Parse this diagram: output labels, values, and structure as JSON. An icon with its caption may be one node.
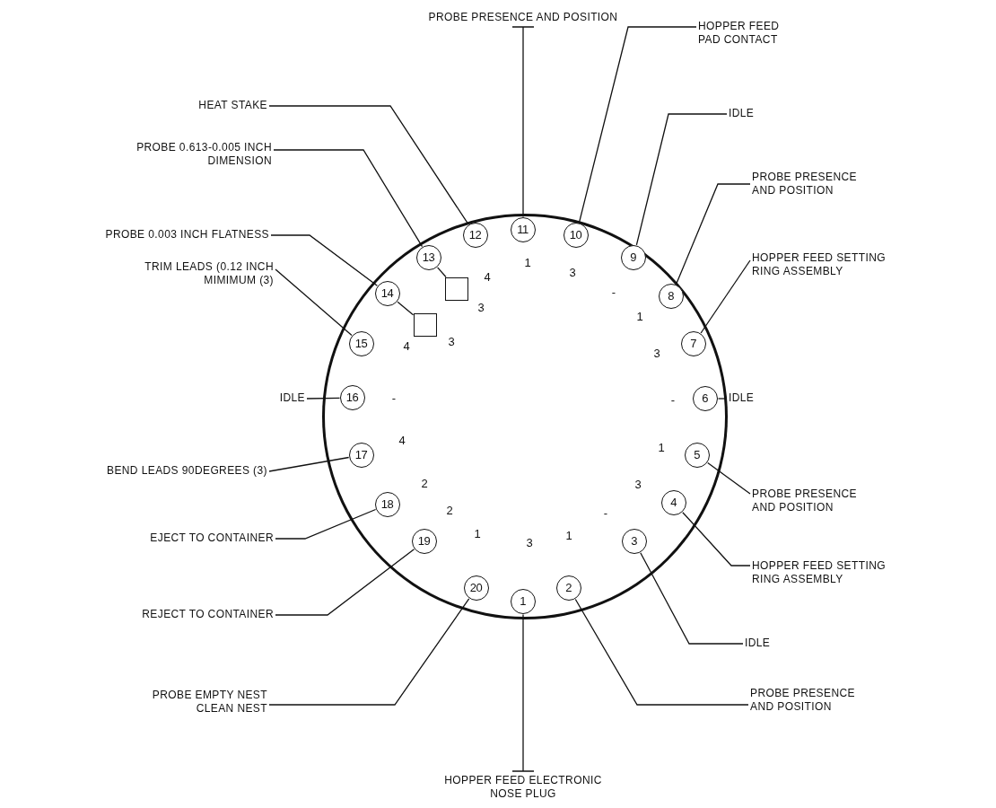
{
  "diagram": {
    "nodes": [
      {
        "text": [],
        "shape": "circle"
      },
      {
        "text": [
          "1"
        ],
        "in": 0
      },
      {
        "text": [
          "2"
        ],
        "in": 0
      },
      {
        "text": [
          "3"
        ],
        "in": 0
      },
      {
        "text": [
          "4"
        ],
        "in": 0
      },
      {
        "text": [
          "5"
        ],
        "in": 0
      },
      {
        "text": [
          "6"
        ],
        "in": 0
      },
      {
        "text": [
          "7"
        ],
        "in": 0
      },
      {
        "text": [
          "8"
        ],
        "in": 0
      },
      {
        "text": [
          "9"
        ],
        "in": 0
      },
      {
        "text": [
          "10"
        ],
        "in": 0
      },
      {
        "text": [
          "11"
        ],
        "in": 0
      },
      {
        "text": [
          "12"
        ],
        "in": 0
      },
      {
        "text": [
          "13"
        ],
        "in": 0
      },
      {
        "text": [
          "14"
        ],
        "in": 0
      },
      {
        "text": [
          "15"
        ],
        "in": 0
      },
      {
        "text": [
          "16"
        ],
        "in": 0
      },
      {
        "text": [
          "17"
        ],
        "in": 0
      },
      {
        "text": [
          "18"
        ],
        "in": 0
      },
      {
        "text": [
          "19"
        ],
        "in": 0
      },
      {
        "text": [
          "20"
        ],
        "in": 0
      },
      {
        "text": [],
        "shape": "box",
        "in": 0
      },
      {
        "text": [],
        "shape": "box",
        "in": 0
      },
      {
        "text": [
          "PROBE PRESENCE AND POSITION"
        ]
      },
      {
        "text": [
          "HOPPER FEED PAD CONTACT"
        ]
      },
      {
        "text": [
          "HEAT STAKE"
        ]
      },
      {
        "text": [
          "IDLE"
        ]
      },
      {
        "text": [
          "PROBE 0.613-0.005 INCH DIMENSION"
        ]
      },
      {
        "text": [
          "PROBE PRESENCE AND POSITION"
        ]
      },
      {
        "text": [
          "PROBE 0.003 INCH FLATNESS"
        ]
      },
      {
        "text": [
          "HOPPER FEED SETTING RING ASSEMBLY"
        ]
      },
      {
        "text": [
          "TRIM LEADS (0.12 INCH MIMIMUM (3)"
        ]
      },
      {
        "text": [
          "IDLE"
        ]
      },
      {
        "text": [
          "IDLE"
        ]
      },
      {
        "text": [
          "BEND LEADS 90DEGREES (3)"
        ]
      },
      {
        "text": [
          "PROBE PRESENCE AND POSITION"
        ]
      },
      {
        "text": [
          "EJECT TO CONTAINER"
        ]
      },
      {
        "text": [
          "HOPPER FEED SETTING RING ASSEMBLY"
        ]
      },
      {
        "text": [
          "REJECT TO CONTAINER"
        ]
      },
      {
        "text": [
          "IDLE"
        ]
      },
      {
        "text": [
          "PROBE EMPTY NEST CLEAN NEST"
        ]
      },
      {
        "text": [
          "PROBE PRESENCE AND POSITION"
        ]
      },
      {
        "text": [
          "HOPPER FEED ELECTRONIC NOSE PLUG"
        ]
      }
    ],
    "edges": [
      {
        "from": 23,
        "to": 11,
        "arrow": "other"
      },
      {
        "from": 24,
        "to": 10,
        "arrow": "none"
      },
      {
        "from": 25,
        "to": 12,
        "arrow": "none"
      },
      {
        "from": 26,
        "to": 9,
        "arrow": "none"
      },
      {
        "from": 27,
        "to": 13,
        "arrow": "none"
      },
      {
        "from": 28,
        "to": 8,
        "arrow": "none"
      },
      {
        "from": 29,
        "to": 14,
        "arrow": "none"
      },
      {
        "from": 30,
        "to": 7,
        "arrow": "none"
      },
      {
        "from": 31,
        "to": 15,
        "arrow": "none"
      },
      {
        "from": 32,
        "to": 16,
        "arrow": "none"
      },
      {
        "from": 33,
        "to": 6,
        "arrow": "none"
      },
      {
        "from": 34,
        "to": 17,
        "arrow": "none"
      },
      {
        "from": 35,
        "to": 5,
        "arrow": "none"
      },
      {
        "from": 36,
        "to": 18,
        "arrow": "none"
      },
      {
        "from": 37,
        "to": 4,
        "arrow": "none"
      },
      {
        "from": 38,
        "to": 19,
        "arrow": "none"
      },
      {
        "from": 39,
        "to": 3,
        "arrow": "none"
      },
      {
        "from": 40,
        "to": 20,
        "arrow": "none"
      },
      {
        "from": 41,
        "to": 2,
        "arrow": "none"
      },
      {
        "from": 42,
        "to": 1,
        "arrow": "other"
      },
      {
        "from": 13,
        "to": 21,
        "arrow": "none"
      },
      {
        "from": 14,
        "to": 22,
        "arrow": "none"
      }
    ],
    "labels": [
      "1",
      "3",
      "4",
      "-",
      "3",
      "1",
      "4",
      "3",
      "3",
      "-",
      "-",
      "4",
      "1",
      "2",
      "3",
      "2",
      "-",
      "1",
      "1",
      "3"
    ]
  }
}
